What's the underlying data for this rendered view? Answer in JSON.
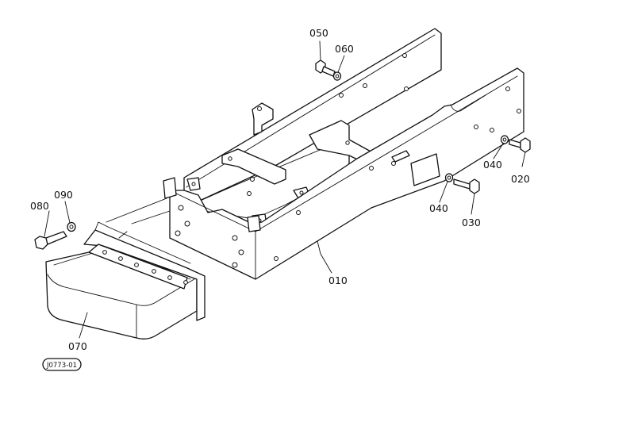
{
  "diagram": {
    "callouts": {
      "p010": "010",
      "p020": "020",
      "p030": "030",
      "p040a": "040",
      "p040b": "040",
      "p050": "050",
      "p060": "060",
      "p070": "070",
      "p080": "080",
      "p090": "090"
    },
    "figure_code": "J0773-01"
  }
}
